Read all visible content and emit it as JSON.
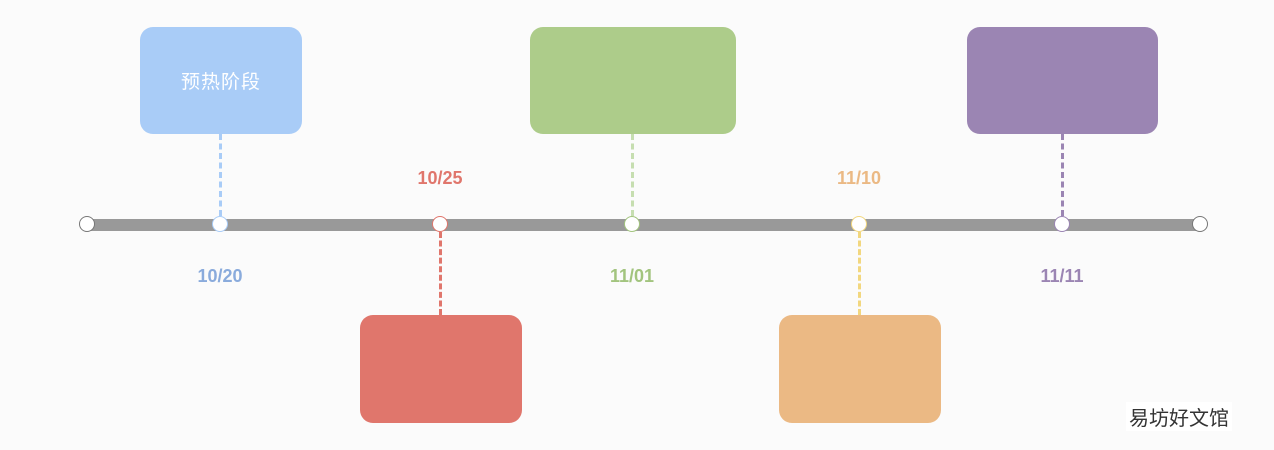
{
  "timeline": {
    "colors": {
      "track": "#999999",
      "endpoint": "#777777",
      "blue": "#a9ccf7",
      "blue_date": "#8aabdc",
      "red": "#e0766c",
      "green": "#adcc8a",
      "green_date": "#a2c47e",
      "orange": "#ebb984",
      "yellow_node": "#f2d77f",
      "purple": "#9b85b3"
    },
    "events": [
      {
        "date": "10/20",
        "card_text": "预热阶段"
      },
      {
        "date": "10/25",
        "card_text": ""
      },
      {
        "date": "11/01",
        "card_text": ""
      },
      {
        "date": "11/10",
        "card_text": ""
      },
      {
        "date": "11/11",
        "card_text": ""
      }
    ]
  },
  "watermark": "易坊好文馆"
}
